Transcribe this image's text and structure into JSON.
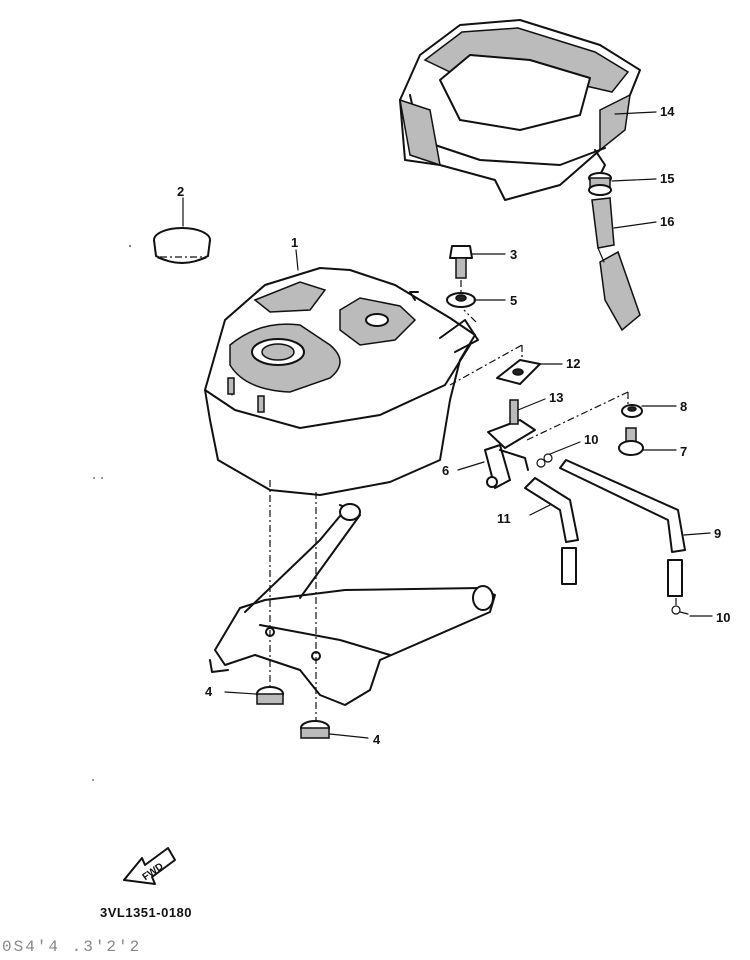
{
  "diagram": {
    "part_labels": [
      "1",
      "2",
      "3",
      "4",
      "4",
      "5",
      "6",
      "7",
      "8",
      "9",
      "10",
      "10",
      "11",
      "12",
      "13",
      "14",
      "15",
      "16"
    ],
    "direction_arrow": "FWD",
    "drawing_code": "3VL1351-0180",
    "footer_noise": "0S4'4 .3'2'2"
  }
}
